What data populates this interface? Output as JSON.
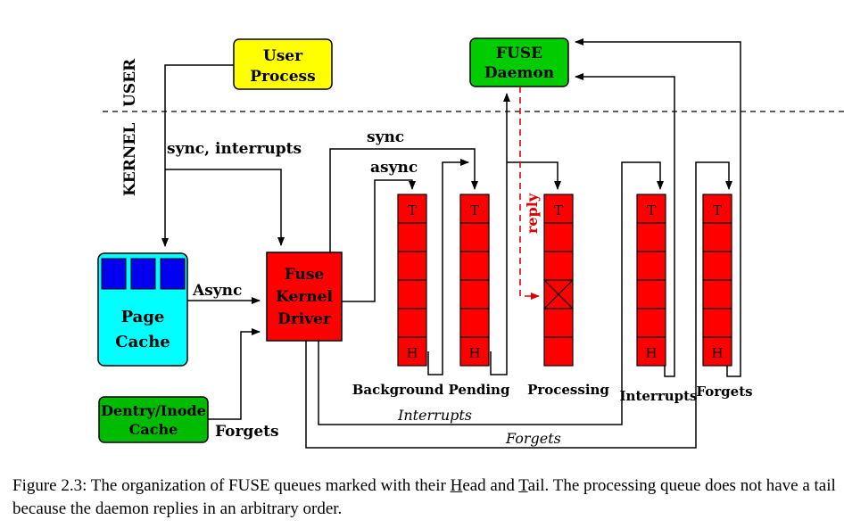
{
  "labels": {
    "user": "USER",
    "kernel": "KERNEL",
    "user_process": [
      "User",
      "Process"
    ],
    "fuse_daemon": [
      "FUSE",
      "Daemon"
    ],
    "page_cache": [
      "Page",
      "Cache"
    ],
    "dentry_cache": [
      "Dentry/Inode",
      "Cache"
    ],
    "fuse_driver": [
      "Fuse",
      "Kernel",
      "Driver"
    ],
    "sync_interrupts": "sync, interrupts",
    "sync": "sync",
    "async": "async",
    "async_cap": "Async",
    "reply": "reply",
    "forgets_arrow": "Forgets",
    "interrupts_italic": "Interrupts",
    "forgets_italic": "Forgets"
  },
  "queues": [
    {
      "name": "Background",
      "head": "H",
      "tail": "T",
      "crossed": false
    },
    {
      "name": "Pending",
      "head": "H",
      "tail": "T",
      "crossed": false
    },
    {
      "name": "Processing",
      "head": "",
      "tail": "T",
      "crossed": true
    },
    {
      "name": "Interrupts",
      "head": "H",
      "tail": "T",
      "crossed": false
    },
    {
      "name": "Forgets",
      "head": "H",
      "tail": "T",
      "crossed": false
    }
  ],
  "caption": {
    "part1": "Figure 2.3: The organization of FUSE queues marked with their ",
    "h_letter": "H",
    "part2": "ead and ",
    "t_letter": "T",
    "part3": "ail. The processing queue does not have a tail because the daemon replies in an arbitrary order."
  },
  "colors": {
    "queue_red": "#ff0000",
    "user_process_yellow": "#ffff00",
    "daemon_green": "#00cc00",
    "page_cache_cyan": "#00ffff",
    "page_block_blue": "#0000ee",
    "dentry_green": "#00bb00",
    "reply_red": "#e00000"
  }
}
